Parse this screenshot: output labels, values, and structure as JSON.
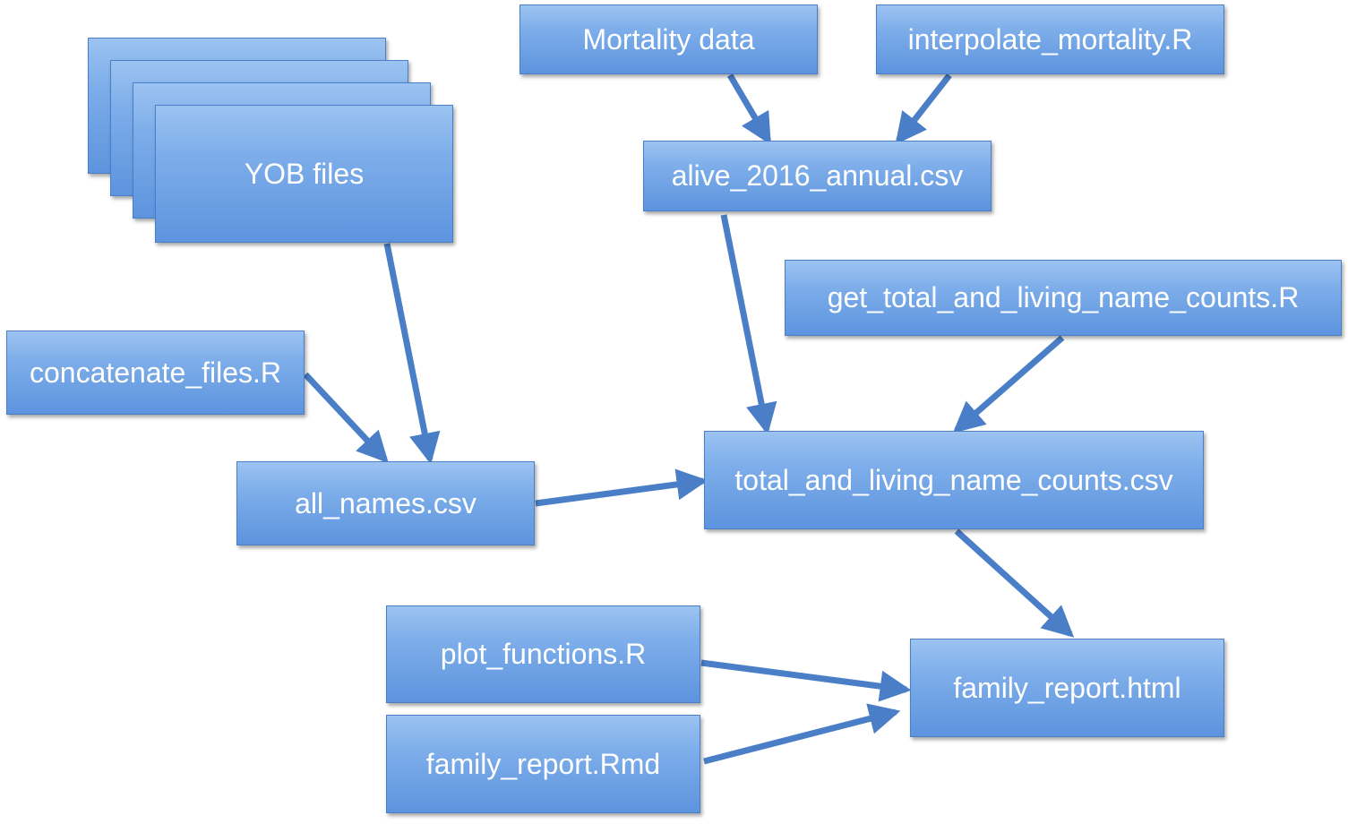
{
  "nodes": {
    "yob_files": "YOB files",
    "mortality_data": "Mortality data",
    "interpolate_mortality": "interpolate_mortality.R",
    "alive_2016_annual": "alive_2016_annual.csv",
    "get_total_and_living": "get_total_and_living_name_counts.R",
    "concatenate_files": "concatenate_files.R",
    "all_names": "all_names.csv",
    "total_and_living": "total_and_living_name_counts.csv",
    "plot_functions": "plot_functions.R",
    "family_report_rmd": "family_report.Rmd",
    "family_report_html": "family_report.html"
  },
  "edges": [
    [
      "mortality_data",
      "alive_2016_annual"
    ],
    [
      "interpolate_mortality",
      "alive_2016_annual"
    ],
    [
      "yob_files",
      "all_names"
    ],
    [
      "concatenate_files",
      "all_names"
    ],
    [
      "alive_2016_annual",
      "total_and_living"
    ],
    [
      "get_total_and_living",
      "total_and_living"
    ],
    [
      "all_names",
      "total_and_living"
    ],
    [
      "total_and_living",
      "family_report_html"
    ],
    [
      "plot_functions",
      "family_report_html"
    ],
    [
      "family_report_rmd",
      "family_report_html"
    ]
  ],
  "colors": {
    "box_top": "#9cc3f1",
    "box_bottom": "#5d94de",
    "box_border": "#4a7fc7",
    "arrow": "#4a7fc7",
    "text": "#ffffff"
  }
}
